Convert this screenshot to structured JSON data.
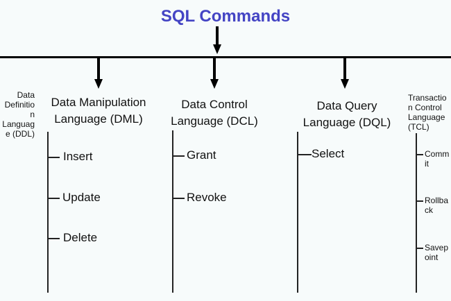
{
  "title": "SQL Commands",
  "categories": [
    {
      "id": "ddl",
      "line1": "Data Definition",
      "line2": "Language (DDL)",
      "items": []
    },
    {
      "id": "dml",
      "line1": "Data Manipulation",
      "line2": "Language (DML)",
      "items": [
        "Insert",
        "Update",
        "Delete"
      ]
    },
    {
      "id": "dcl",
      "line1": "Data Control",
      "line2": "Language (DCL)",
      "items": [
        "Grant",
        "Revoke"
      ]
    },
    {
      "id": "dql",
      "line1": "Data Query",
      "line2": "Language (DQL)",
      "items": [
        "Select"
      ]
    },
    {
      "id": "tcl",
      "line1": "Transaction Control",
      "line2": "Language (TCL)",
      "items": [
        "Commit",
        "Rollback",
        "Savepoint"
      ]
    }
  ]
}
